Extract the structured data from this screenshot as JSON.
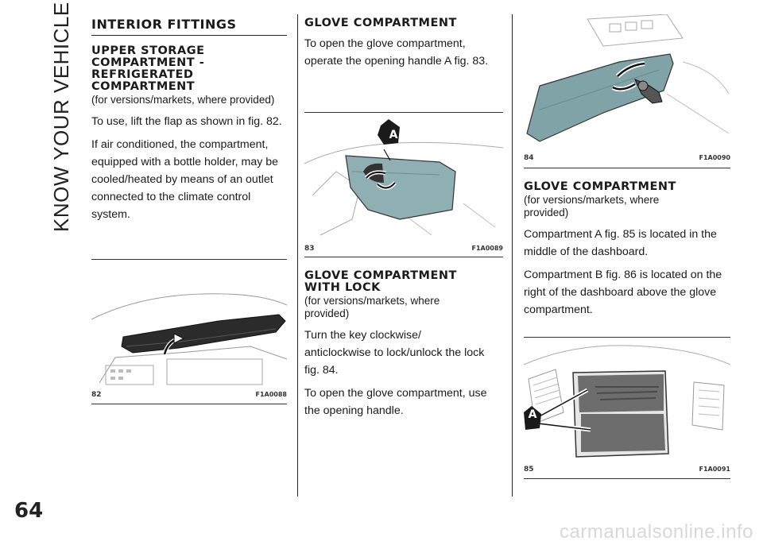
{
  "side_title": "KNOW YOUR VEHICLE",
  "page_number": "64",
  "watermark": "carmanualsonline.info",
  "col1": {
    "heading": "INTERIOR FITTINGS",
    "subheading": "UPPER STORAGE COMPARTMENT - REFRIGERATED COMPARTMENT",
    "note": "(for versions/markets, where provided)",
    "para1": "To use, lift the flap as shown in fig. 82.",
    "para2": "If air conditioned, the compartment, equipped with a bottle holder, may be cooled/heated by means of an outlet connected to the climate control system."
  },
  "col2": {
    "heading1": "GLOVE COMPARTMENT",
    "para1": "To open the glove compartment, operate the opening handle A fig. 83.",
    "heading2": "GLOVE COMPARTMENT WITH LOCK",
    "note2": "(for versions/markets, where provided)",
    "para2": "Turn the key clockwise/ anticlockwise to lock/unlock the lock fig. 84.",
    "para3": "To open the glove compartment, use the opening handle."
  },
  "col3": {
    "heading": "GLOVE COMPARTMENT",
    "note": "(for versions/markets, where provided)",
    "para1": "Compartment A fig. 85 is located in the middle of the dashboard.",
    "para2": "Compartment B fig. 86 is located on the right of the dashboard above the glove compartment."
  },
  "figures": {
    "f82": {
      "num": "82",
      "code": "F1A0088"
    },
    "f83": {
      "num": "83",
      "code": "F1A0089",
      "label": "A"
    },
    "f84": {
      "num": "84",
      "code": "F1A0090"
    },
    "f85": {
      "num": "85",
      "code": "F1A0091",
      "label": "A"
    }
  },
  "colors": {
    "panel": "#8fb0b2",
    "label_bg": "#1a1a1a",
    "rule": "#222222"
  }
}
